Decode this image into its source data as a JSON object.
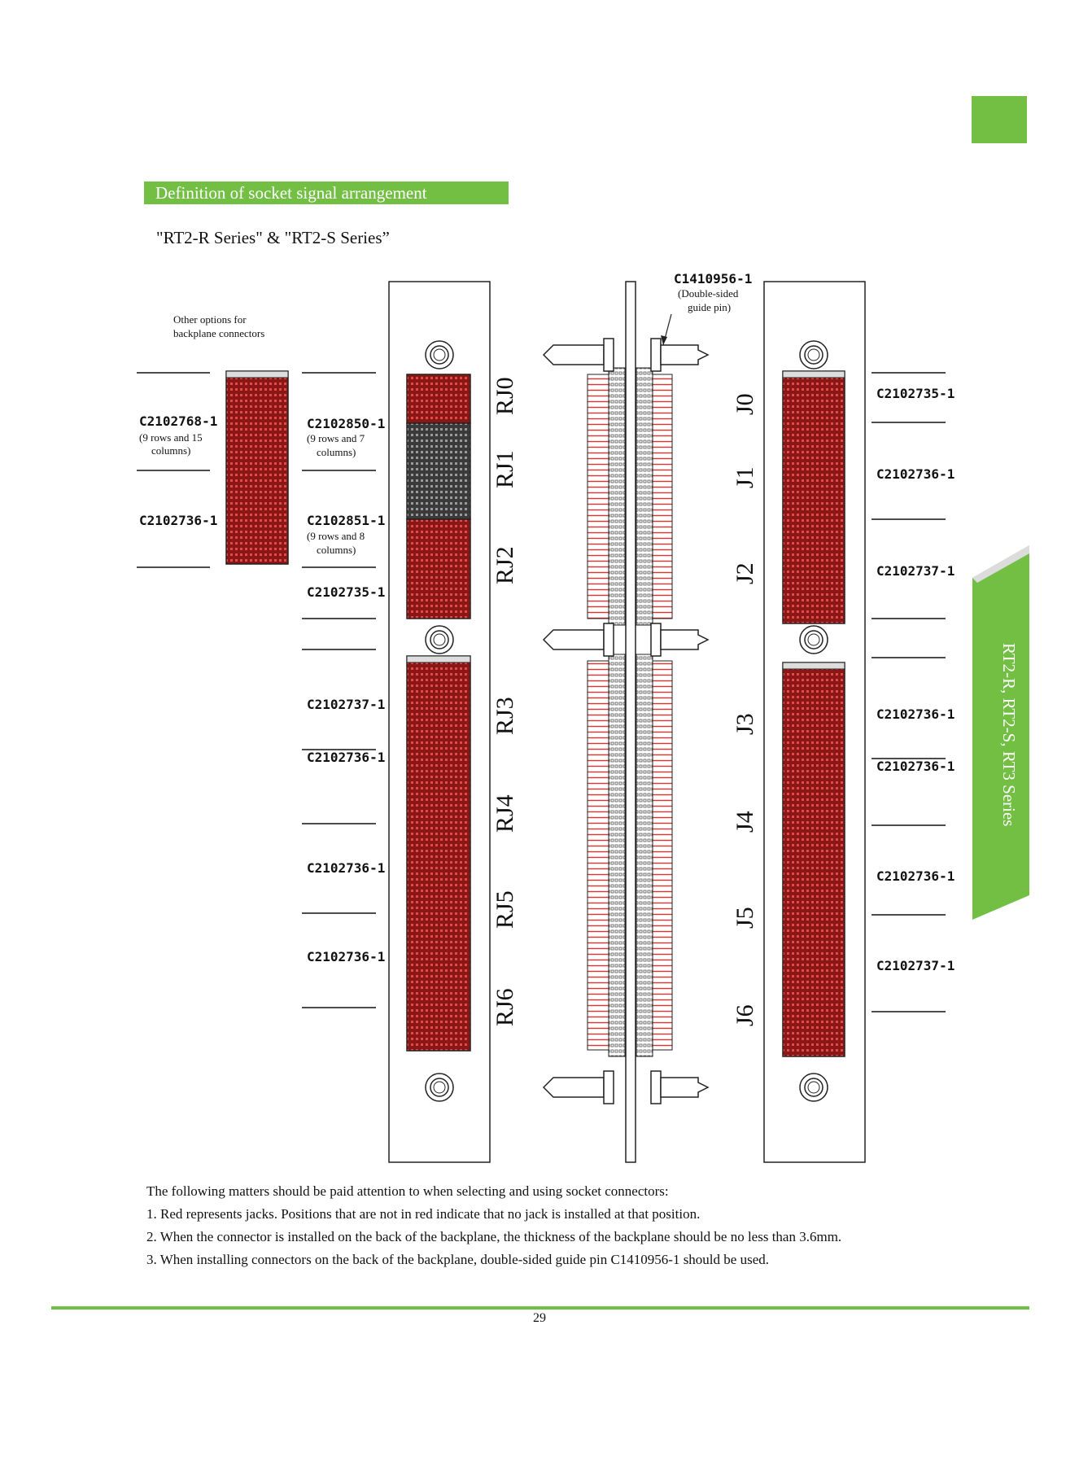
{
  "header": {
    "section_title": "Definition of socket signal arrangement",
    "series_title": "\"RT2-R Series\" & \"RT2-S Series”",
    "accent_color": "#72bf44"
  },
  "diagram": {
    "other_options_caption_1": "Other options for",
    "other_options_caption_2": "backplane connectors",
    "guide_pin": {
      "part": "C1410956-1",
      "note_1": "(Double-sided",
      "note_2": "guide pin)"
    },
    "left_options": [
      {
        "part": "C2102768-1",
        "note_1": "(9 rows and 15",
        "note_2": "columns)"
      },
      {
        "part": "C2102736-1"
      }
    ],
    "left_labels": [
      {
        "part": "C2102850-1",
        "note_1": "(9 rows and 7",
        "note_2": "columns)"
      },
      {
        "part": "C2102851-1",
        "note_1": "(9 rows and 8",
        "note_2": "columns)"
      },
      {
        "part": "C2102735-1"
      },
      {
        "part": "C2102737-1"
      },
      {
        "part": "C2102736-1"
      },
      {
        "part": "C2102736-1"
      },
      {
        "part": "C2102736-1"
      }
    ],
    "right_labels": [
      {
        "part": "C2102735-1"
      },
      {
        "part": "C2102736-1"
      },
      {
        "part": "C2102737-1"
      },
      {
        "part": "C2102736-1"
      },
      {
        "part": "C2102736-1"
      },
      {
        "part": "C2102736-1"
      },
      {
        "part": "C2102737-1"
      }
    ],
    "rj_positions": [
      "RJ0",
      "RJ1",
      "RJ2",
      "RJ3",
      "RJ4",
      "RJ5",
      "RJ6"
    ],
    "j_positions": [
      "J0",
      "J1",
      "J2",
      "J3",
      "J4",
      "J5",
      "J6"
    ],
    "jack_color": "#8b1616"
  },
  "notes": {
    "intro": "The following matters should be paid attention to when selecting and using socket connectors:",
    "items": [
      "1. Red represents jacks. Positions that are not in red indicate that no jack is installed at that position.",
      "2. When the connector is installed on the back of the backplane, the thickness of the backplane should be no less than 3.6mm.",
      "3. When installing connectors on the back of the backplane, double-sided guide pin C1410956-1 should be used."
    ]
  },
  "page_number": "29",
  "side_tab": {
    "label": "RT2-R, RT2-S, RT3 Series"
  }
}
